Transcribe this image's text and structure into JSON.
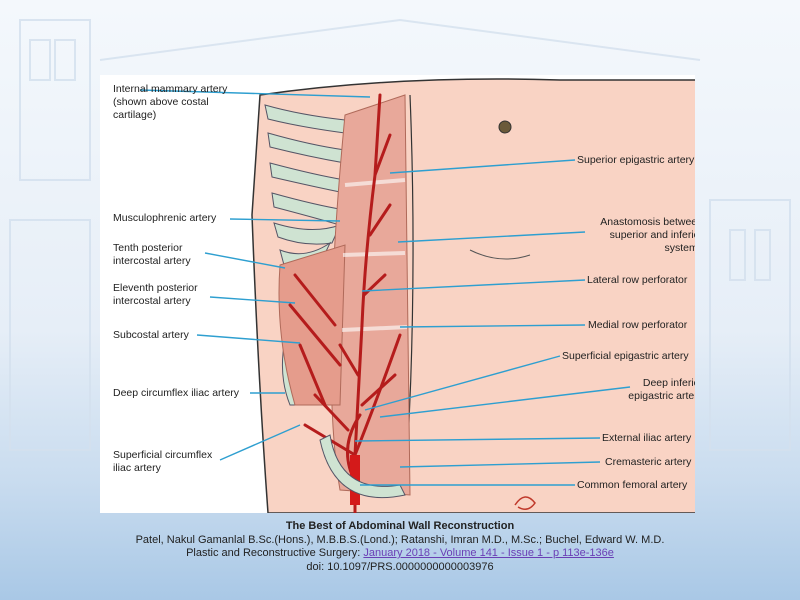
{
  "diagram": {
    "left_labels": [
      "Internal mammary artery",
      "(shown above costal",
      "cartilage)",
      "Musculophrenic artery",
      "Tenth posterior",
      "intercostal artery",
      "Eleventh posterior",
      "intercostal artery",
      "Subcostal artery",
      "Deep circumflex iliac artery",
      "Superficial circumflex",
      "iliac artery"
    ],
    "right_labels": [
      "Superior epigastric artery",
      "Anastomosis between",
      "superior and inferior",
      "systems",
      "Lateral row perforator",
      "Medial row perforator",
      "Superficial epigastric artery",
      "Deep inferior",
      "epigastric artery",
      "External iliac artery",
      "Cremasteric artery",
      "Common femoral artery"
    ]
  },
  "caption": {
    "title": "The Best  of Abdominal Wall Reconstruction",
    "authors": "Patel, Nakul Gamanlal B.Sc.(Hons.), M.B.B.S.(Lond.); Ratanshi, Imran M.D., M.Sc.; Buchel, Edward W. M.D.",
    "journal": "Plastic and Reconstructive  Surgery: ",
    "issue_link": "January 2018 - Volume 141 - Issue 1 - p 113e-136e",
    "doi": "doi: 10.1097/PRS.0000000000003976"
  }
}
